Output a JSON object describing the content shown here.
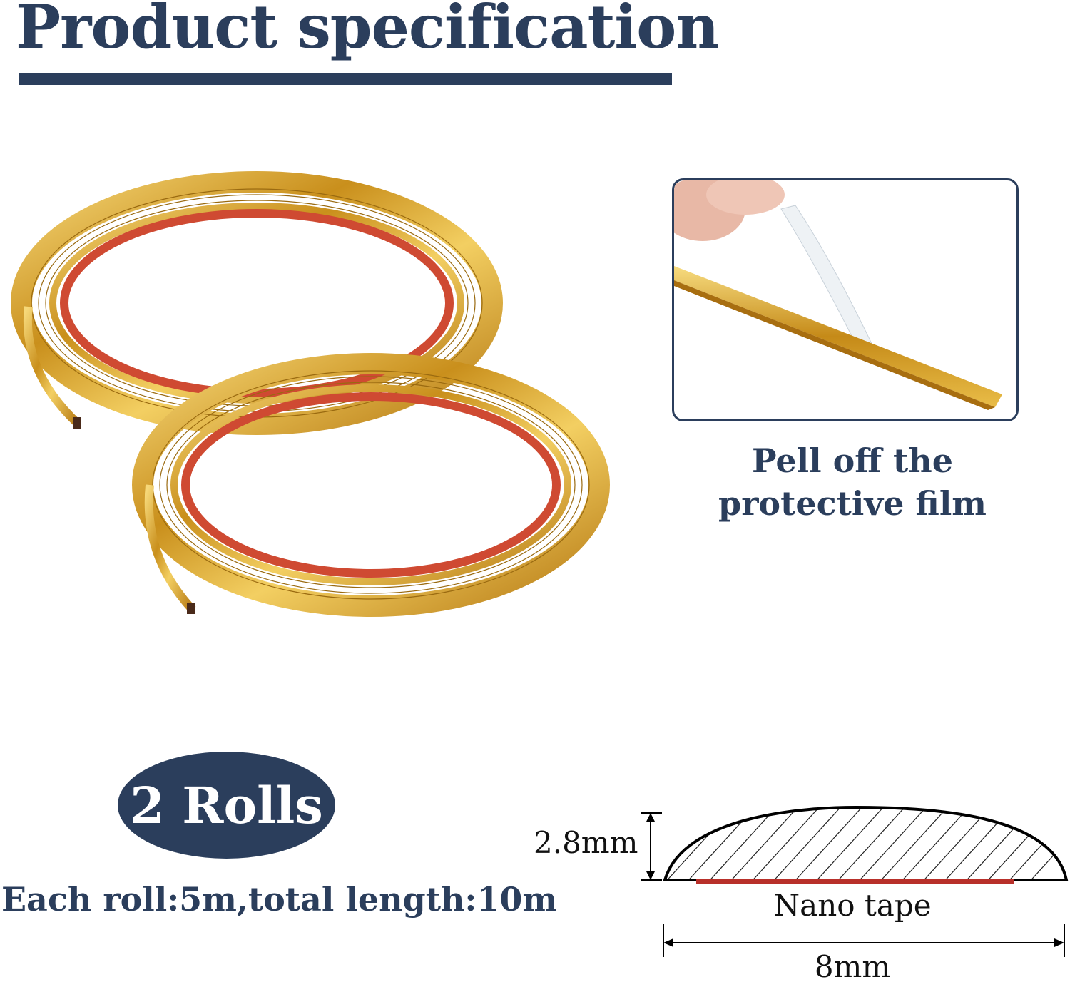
{
  "title": "Product specification",
  "caption": {
    "line1": "Pell off the",
    "line2": "protective film"
  },
  "badge": {
    "label": "2 Rolls"
  },
  "length_note": "Each roll:5m,total length:10m",
  "profile": {
    "height_label": "2.8mm",
    "tape_label": "Nano tape",
    "width_label": "8mm"
  },
  "colors": {
    "navy": "#2b3e5c",
    "gold": "#d9a82e",
    "tape_red": "#b8302a"
  }
}
